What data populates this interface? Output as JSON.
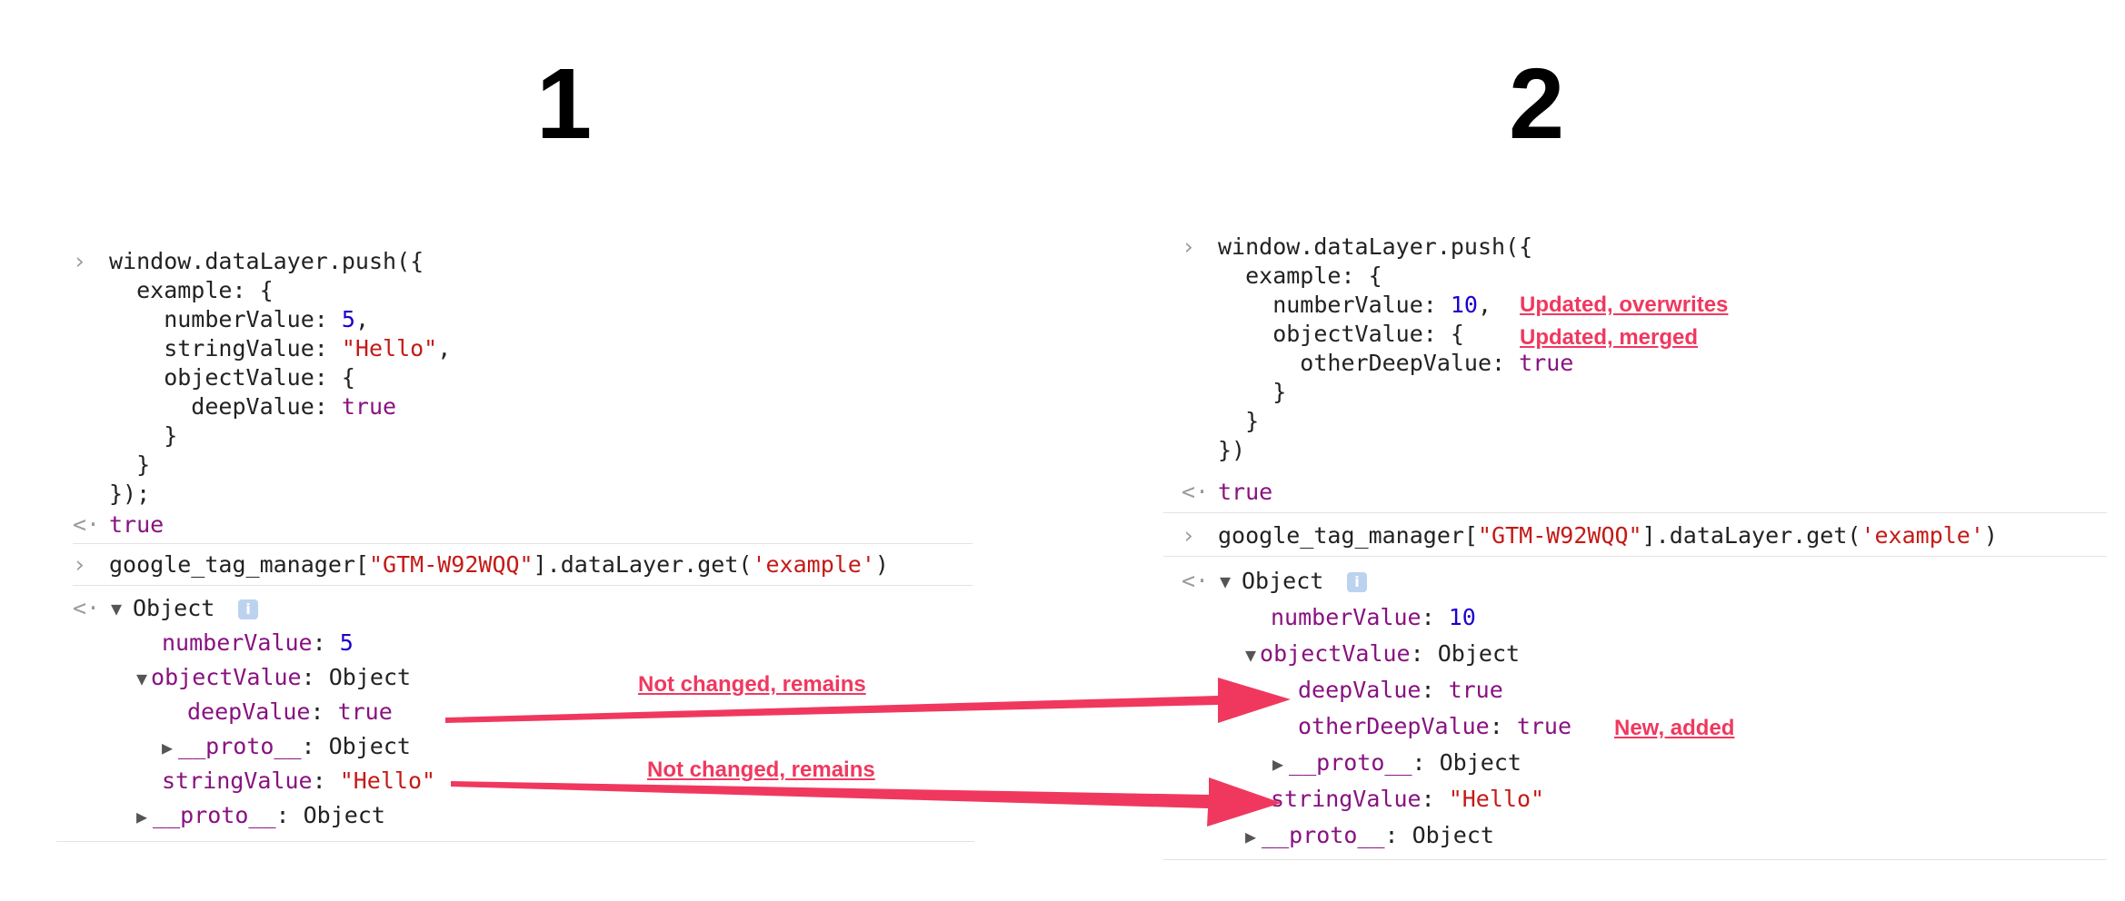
{
  "panels": {
    "left_title": "1",
    "right_title": "2"
  },
  "left": {
    "push_lines": [
      "window.dataLayer.push({",
      "  example: {",
      "    numberValue: ",
      "    stringValue: ",
      "    objectValue: {",
      "      deepValue: ",
      "    }",
      "  }",
      "});"
    ],
    "number_value": "5",
    "string_value": "\"Hello\"",
    "deep_value": "true",
    "result_true": "true",
    "get_call_prefix": "google_tag_manager[",
    "gtm_id": "\"GTM-W92WQQ\"",
    "get_call_mid": "].dataLayer.get(",
    "get_arg": "'example'",
    "get_call_suffix": ")",
    "object_label": "Object",
    "info_badge": "i",
    "tree": {
      "number_key": "numberValue",
      "number_val": "5",
      "object_key": "objectValue",
      "object_val": "Object",
      "deep_key": "deepValue",
      "deep_val": "true",
      "proto_key": "__proto__",
      "proto_val": "Object",
      "string_key": "stringValue",
      "string_val": "\"Hello\""
    }
  },
  "right": {
    "push_lines": [
      "window.dataLayer.push({",
      "  example: {",
      "    numberValue: ",
      "    objectValue: {",
      "      otherDeepValue: ",
      "    }",
      "  }",
      "})"
    ],
    "number_value": "10",
    "other_deep_value": "true",
    "result_true": "true",
    "get_call_prefix": "google_tag_manager[",
    "gtm_id": "\"GTM-W92WQQ\"",
    "get_call_mid": "].dataLayer.get(",
    "get_arg": "'example'",
    "get_call_suffix": ")",
    "object_label": "Object",
    "info_badge": "i",
    "tree": {
      "number_key": "numberValue",
      "number_val": "10",
      "object_key": "objectValue",
      "object_val": "Object",
      "deep_key": "deepValue",
      "deep_val": "true",
      "other_deep_key": "otherDeepValue",
      "other_deep_val": "true",
      "proto_key": "__proto__",
      "proto_val": "Object",
      "string_key": "stringValue",
      "string_val": "\"Hello\""
    }
  },
  "annotations": {
    "updated_overwrites": "Updated, overwrites",
    "updated_merged": "Updated, merged",
    "not_changed_1": "Not changed, remains",
    "not_changed_2": "Not changed, remains",
    "new_added": "New, added"
  },
  "colors": {
    "annotation": "#f0385f",
    "key": "#881280",
    "string": "#c41a16",
    "number": "#1c00cf"
  }
}
